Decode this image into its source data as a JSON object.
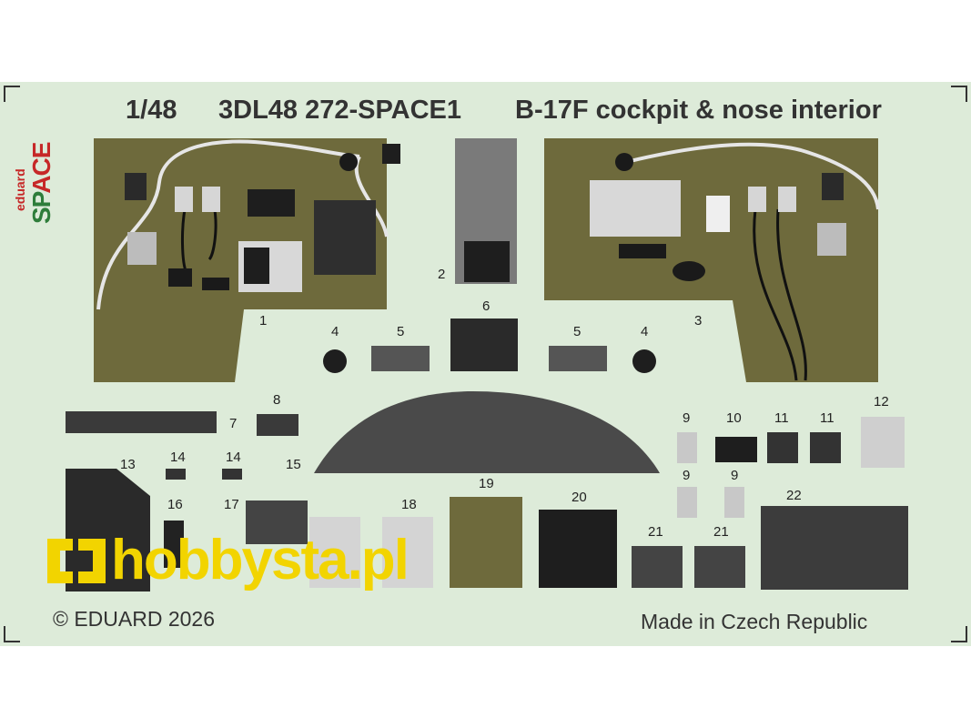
{
  "header": {
    "scale": "1/48",
    "code": "3DL48 272-SPACE1",
    "title": "B-17F cockpit & nose interior"
  },
  "brand": {
    "small": "eduard",
    "big": "SPACE",
    "colors": {
      "small": "#c62828",
      "big_sp": "#2e7d3a",
      "big_ace": "#c62828"
    }
  },
  "part_numbers": {
    "p1": "1",
    "p2": "2",
    "p3": "3",
    "p4a": "4",
    "p4b": "4",
    "p5a": "5",
    "p5b": "5",
    "p6": "6",
    "p7": "7",
    "p8": "8",
    "p9a": "9",
    "p9b": "9",
    "p9c": "9",
    "p10": "10",
    "p11a": "11",
    "p11b": "11",
    "p12": "12",
    "p13": "13",
    "p14a": "14",
    "p14b": "14",
    "p15": "15",
    "p16": "16",
    "p17": "17",
    "p18": "18",
    "p19": "19",
    "p20": "20",
    "p21a": "21",
    "p21b": "21",
    "p22": "22"
  },
  "watermark": {
    "text": "hobbysta.pl",
    "color": "#f2d400"
  },
  "footer": {
    "copyright": "© EDUARD 2026",
    "origin": "Made in Czech Republic"
  },
  "colors": {
    "sheet": "#ddebd9",
    "panel_olive": "#6e6a3c",
    "panel_dark": "#2a2a2a",
    "instrument_grey": "#cfcfcf",
    "wire": "#e6e6e6"
  }
}
